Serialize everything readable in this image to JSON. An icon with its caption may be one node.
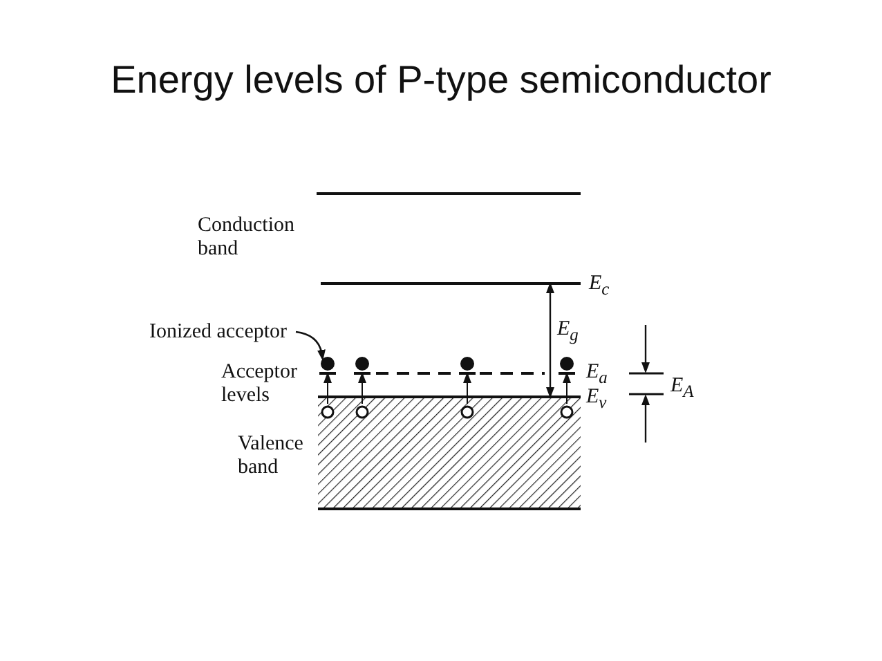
{
  "diagram": {
    "title": "Energy levels of P-type semiconductor",
    "nodes": [
      {
        "text": [
          "Ionized acceptor"
        ]
      },
      {
        "text": [],
        "shape": "circle"
      }
    ],
    "edges": [
      {
        "from": 0,
        "to": 1,
        "arrow": "to"
      }
    ],
    "labels": [
      "Conduction band",
      "E$_{c}$",
      "E$_{g}$",
      "Acceptor levels",
      "E$_{a}$",
      "E$_{A}$",
      "E$_{v}$",
      "Valence band"
    ]
  }
}
